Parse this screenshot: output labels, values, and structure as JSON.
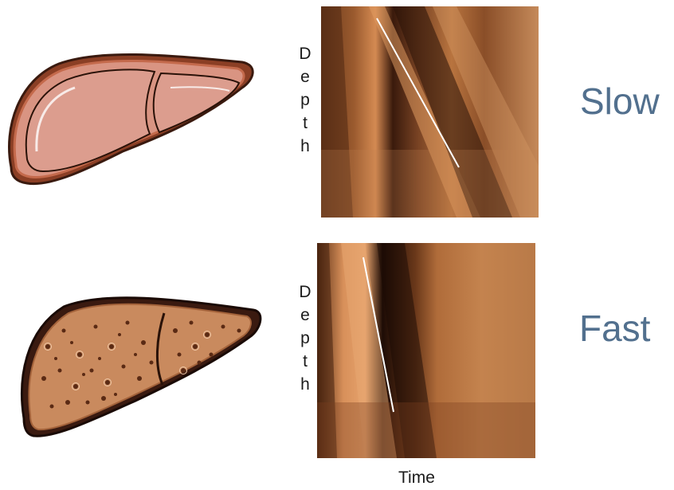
{
  "rows": [
    {
      "liver": "healthy-liver-illustration",
      "depth_letters": [
        "D",
        "e",
        "p",
        "t",
        "h"
      ],
      "speed_label": "Slow"
    },
    {
      "liver": "cirrhotic-liver-illustration",
      "depth_letters": [
        "D",
        "e",
        "p",
        "t",
        "h"
      ],
      "speed_label": "Fast"
    }
  ],
  "time_label": "Time",
  "colors": {
    "speed_text": "#52708e",
    "ultrasound_tint": "#c07a45",
    "liver_healthy_fill": "#d99482",
    "liver_cirrhotic_fill": "#c98a5e",
    "slope_line": "#ffffff"
  }
}
